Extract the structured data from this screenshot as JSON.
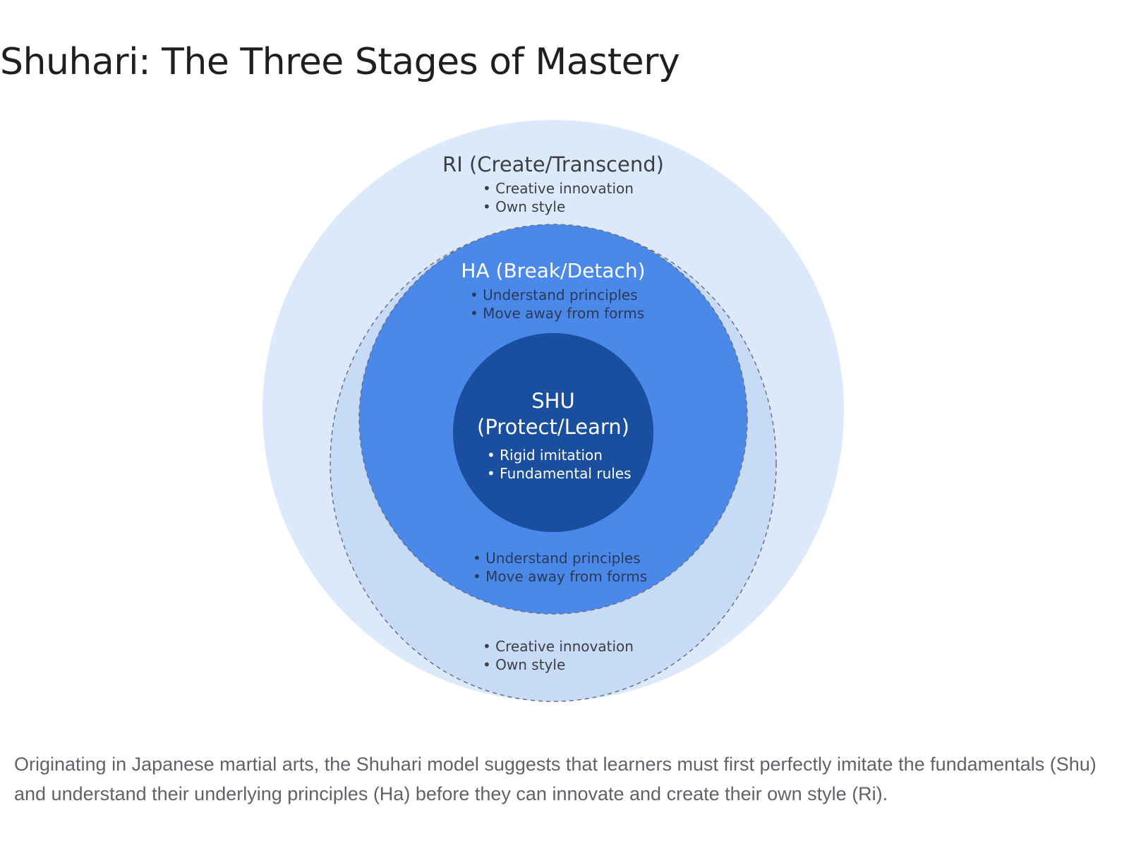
{
  "title": "Shuhari: The Three Stages of Mastery",
  "caption": "Originating in Japanese martial arts, the Shuhari model suggests that learners must first perfectly imitate the fundamentals (Shu) and understand their underlying principles (Ha) before they can innovate and create their own style (Ri).",
  "diagram": {
    "ri": {
      "heading": "RI (Create/Transcend)",
      "bullets_top": [
        "Creative innovation",
        "Own style"
      ],
      "bullets_bottom": [
        "Creative innovation",
        "Own style"
      ]
    },
    "ha": {
      "heading": "HA (Break/Detach)",
      "bullets_top": [
        "Understand principles",
        "Move away from forms"
      ],
      "bullets_bottom": [
        "Understand principles",
        "Move away from forms"
      ]
    },
    "shu": {
      "heading_line1": "SHU",
      "heading_line2": "(Protect/Learn)",
      "bullets": [
        "Rigid imitation",
        "Fundamental rules"
      ]
    }
  },
  "colors": {
    "ri_fill": "#dce9fb",
    "ri_mid_fill": "#c7daf6",
    "ha_fill": "#4a88ea",
    "shu_fill": "#1a4e9e",
    "dashed_stroke": "#6b7280",
    "dark_text": "#3c4043",
    "light_text": "#ffffff",
    "title_text": "#1f1f1f",
    "caption_text": "#5f6368"
  }
}
